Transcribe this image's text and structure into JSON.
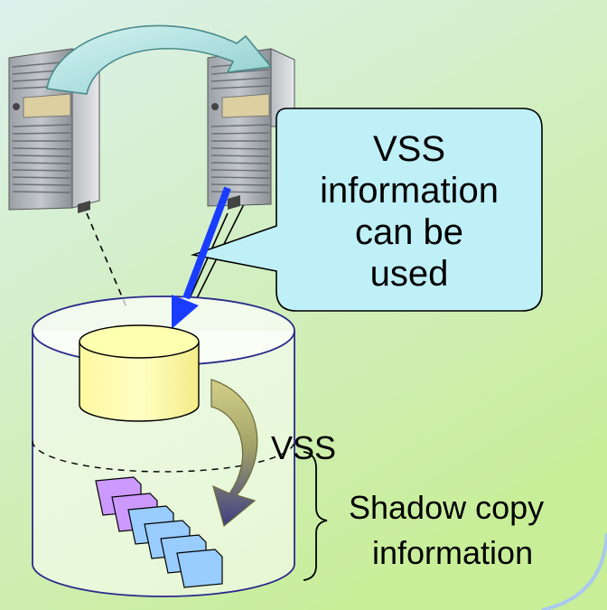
{
  "callout": {
    "line1": "VSS",
    "line2": "information",
    "line3": "can be",
    "line4": "used"
  },
  "vss_label": "VSS",
  "shadow": {
    "line1": "Shadow copy",
    "line2": "information"
  },
  "colors": {
    "background_top": "#d9f0e8",
    "background_bottom": "#ccf0a0",
    "callout_fill": "#bff0f8",
    "disk_fill": "#ffff99",
    "file_purple": "#cc99ff",
    "file_blue": "#99ccff",
    "arrow_blue": "#1a3cff",
    "server_gray": "#8a9096"
  }
}
